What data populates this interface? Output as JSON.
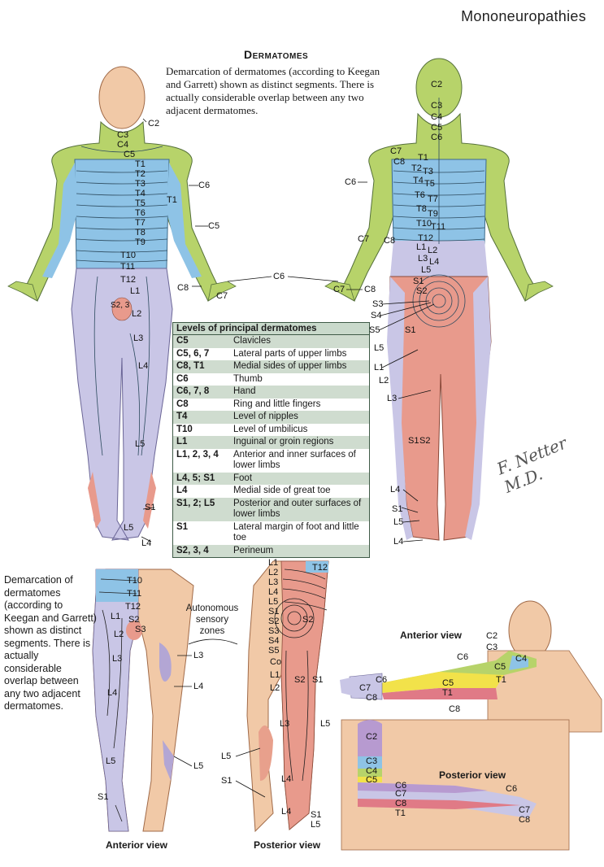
{
  "header": "Mononeuropathies",
  "title": "Dermatomes",
  "description": "Demarcation of dermatomes (according to Keegan and Garrett) shown as distinct segments. There is actually considerable overlap between any two adjacent dermatomes.",
  "description2": "Demarcation of dermatomes (according to Keegan and Garrett) shown as distinct segments. There is actually considerable overlap between any two adjacent dermatomes.",
  "table": {
    "title": "Levels of principal dermatomes",
    "rows": [
      {
        "level": "C5",
        "area": "Clavicles"
      },
      {
        "level": "C5, 6, 7",
        "area": "Lateral parts of upper limbs"
      },
      {
        "level": "C8, T1",
        "area": "Medial sides of upper limbs"
      },
      {
        "level": "C6",
        "area": "Thumb"
      },
      {
        "level": "C6, 7, 8",
        "area": "Hand"
      },
      {
        "level": "C8",
        "area": "Ring and little fingers"
      },
      {
        "level": "T4",
        "area": "Level of nipples"
      },
      {
        "level": "T10",
        "area": "Level of umbilicus"
      },
      {
        "level": "L1",
        "area": "Inguinal or groin regions"
      },
      {
        "level": "L1, 2, 3, 4",
        "area": "Anterior and inner surfaces of lower limbs"
      },
      {
        "level": "L4, 5; S1",
        "area": "Foot"
      },
      {
        "level": "L4",
        "area": "Medial side of great toe"
      },
      {
        "level": "S1, 2; L5",
        "area": "Posterior and outer surfaces of lower limbs"
      },
      {
        "level": "S1",
        "area": "Lateral margin of foot and little toe"
      },
      {
        "level": "S2, 3, 4",
        "area": "Perineum"
      }
    ]
  },
  "autonomous_zones": "Autonomous sensory zones",
  "captions": {
    "anterior_leg": "Anterior view",
    "posterior_leg": "Posterior view",
    "anterior_arm": "Anterior view",
    "posterior_arm": "Posterior view"
  },
  "signature": "F. Netter M.D.",
  "colors": {
    "cervical": "#b7d36a",
    "thoracic": "#8ec3e6",
    "lumbar": "#c9c6e6",
    "sacral": "#e89a8c",
    "skin": "#f1c9a7",
    "table_band": "#cfdccf"
  },
  "labels": {
    "front": [
      "C2",
      "C3",
      "C4",
      "C5",
      "T1",
      "T2",
      "T3",
      "T4",
      "T5",
      "T6",
      "T7",
      "T8",
      "T9",
      "T10",
      "T11",
      "T12",
      "L1",
      "L2",
      "L3",
      "L4",
      "L5",
      "S1",
      "L5",
      "L4",
      "S2, 3",
      "C6",
      "T1",
      "C5",
      "C8",
      "C7",
      "C6"
    ],
    "back": [
      "C2",
      "C3",
      "C4",
      "C5",
      "C6",
      "C7",
      "C8",
      "T1",
      "T2",
      "T3",
      "T4",
      "T5",
      "T6",
      "T7",
      "T8",
      "T9",
      "T10",
      "T11",
      "T12",
      "L1",
      "L2",
      "L3",
      "L4",
      "L5",
      "S1",
      "S2",
      "S3",
      "S4",
      "S5",
      "S1",
      "L5",
      "L1",
      "L2",
      "L3",
      "S1",
      "S2",
      "L4",
      "S1",
      "L5",
      "L4",
      "C6",
      "C7",
      "C8",
      "C7",
      "C8"
    ],
    "leg_front": [
      "T10",
      "T11",
      "T12",
      "L1",
      "L2",
      "S2",
      "S3",
      "L3",
      "L4",
      "L5",
      "S1",
      "L3",
      "L4",
      "L5"
    ],
    "leg_back": [
      "L1",
      "L2",
      "L3",
      "L4",
      "L5",
      "S1",
      "S2",
      "S3",
      "S4",
      "S5",
      "Co",
      "L1",
      "L2",
      "S2",
      "S2",
      "S1",
      "L3",
      "L5",
      "L4",
      "L5",
      "S1",
      "L4",
      "S1",
      "L5",
      "T12"
    ],
    "arm_front": [
      "C2",
      "C3",
      "C4",
      "C5",
      "C6",
      "T1",
      "C6",
      "C7",
      "C8",
      "C5",
      "T1",
      "C8"
    ],
    "arm_back": [
      "C2",
      "C3",
      "C4",
      "C5",
      "C6",
      "C7",
      "C8",
      "T1",
      "C6",
      "C7",
      "C8"
    ]
  }
}
